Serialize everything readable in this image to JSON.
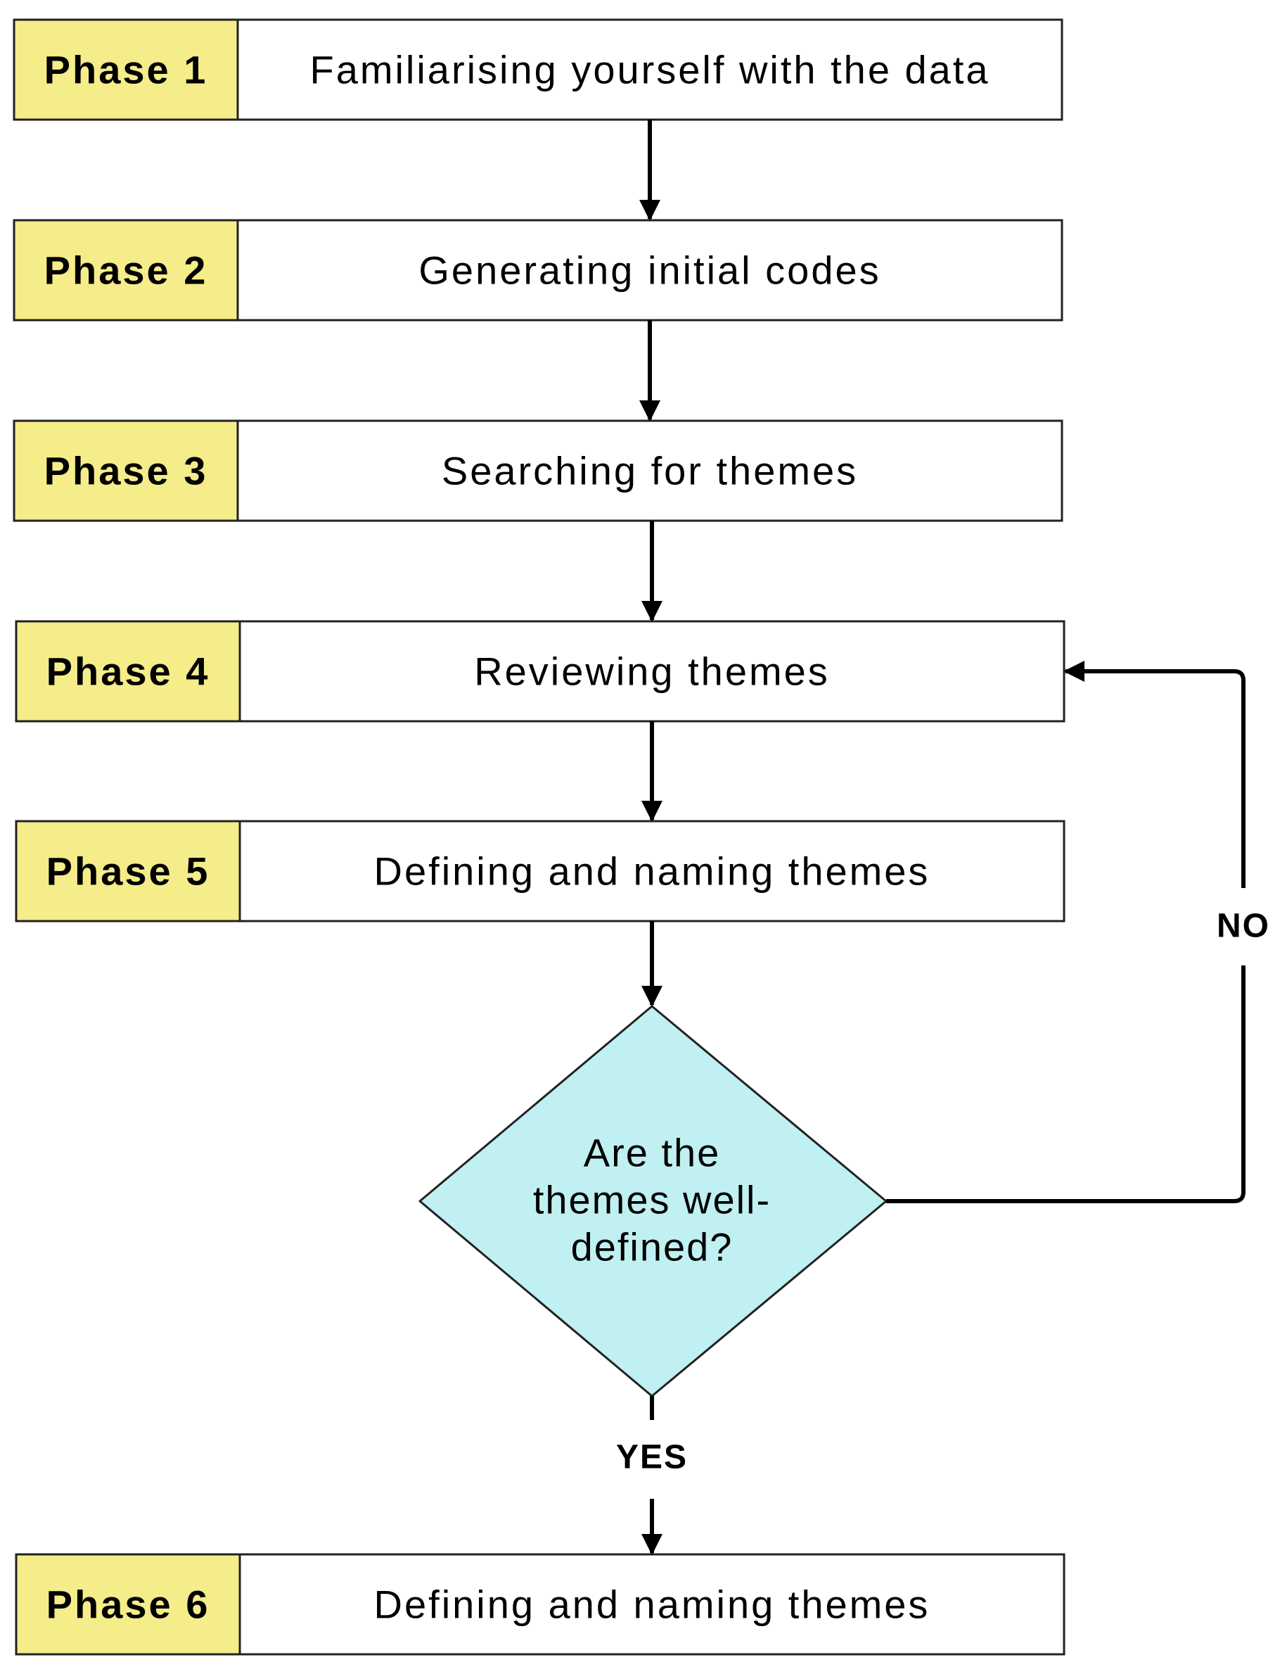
{
  "colors": {
    "phase_fill": "#f5ec8a",
    "decision_fill": "#c0f0f2",
    "box_stroke": "#222222",
    "line": "#000000"
  },
  "phases": [
    {
      "phase": "Phase 1",
      "label": "Familiarising yourself with the data"
    },
    {
      "phase": "Phase 2",
      "label": "Generating initial codes"
    },
    {
      "phase": "Phase 3",
      "label": "Searching for themes"
    },
    {
      "phase": "Phase 4",
      "label": "Reviewing themes"
    },
    {
      "phase": "Phase 5",
      "label": "Defining and naming themes"
    },
    {
      "phase": "Phase 6",
      "label": "Defining and naming themes"
    }
  ],
  "decision": {
    "lines": [
      "Are the",
      "themes well-",
      "defined?"
    ]
  },
  "branches": {
    "no": "NO",
    "yes": "YES"
  }
}
